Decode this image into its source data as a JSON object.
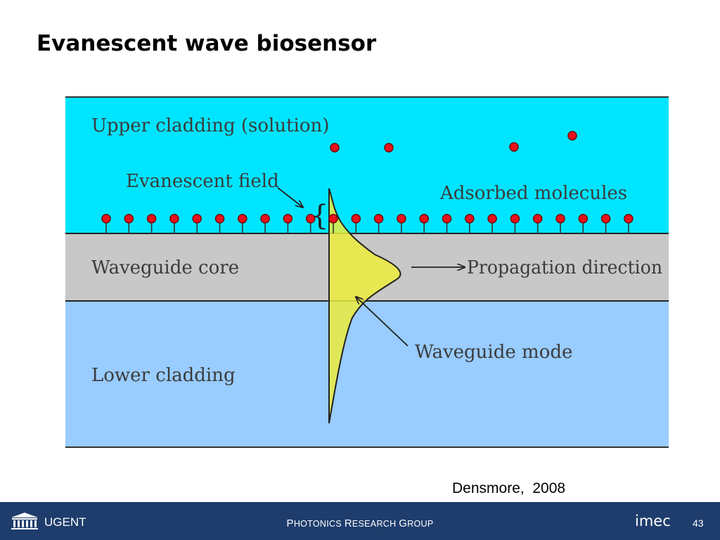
{
  "slide": {
    "title": "Evanescent wave biosensor",
    "citation": "Densmore,  2008",
    "page_number": "43"
  },
  "diagram": {
    "layers": {
      "upper": "Upper cladding (solution)",
      "core": "Waveguide core",
      "lower": "Lower cladding"
    },
    "labels": {
      "evanescent_field": "Evanescent field",
      "adsorbed_molecules": "Adsorbed molecules",
      "propagation_direction": "Propagation direction",
      "waveguide_mode": "Waveguide mode"
    },
    "colors": {
      "upper_cladding": "#00e5ff",
      "core": "#c8c8c8",
      "lower_cladding": "#99ccff",
      "mode_fill": "#ecec3c",
      "molecule": "#e8101a"
    }
  },
  "footer": {
    "logo_text": "UGENT",
    "group_name": {
      "p": "P",
      "hotonics": "HOTONICS",
      "r": "R",
      "esearch": "ESEARCH",
      "g": "G",
      "roup": "ROUP"
    },
    "partner": "imec"
  }
}
